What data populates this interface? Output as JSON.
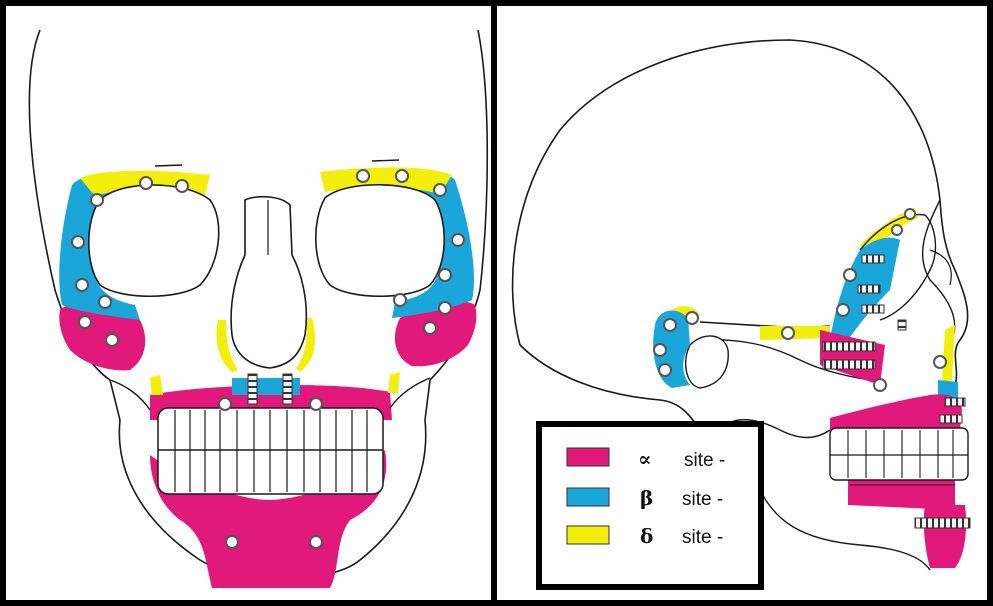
{
  "colors": {
    "alpha": "#E0197A",
    "beta": "#1AA6D8",
    "delta": "#F4EE0C",
    "line": "#1a1a1a",
    "border": "#000000"
  },
  "legend": {
    "items": [
      {
        "symbol": "∝",
        "label": "site -",
        "color_key": "alpha"
      },
      {
        "symbol": "β",
        "label": "site -",
        "color_key": "beta"
      },
      {
        "symbol": "δ",
        "label": "site -",
        "color_key": "delta"
      }
    ]
  },
  "icons": {
    "screw": "screw-icon",
    "plate": "plate-screw-icon"
  }
}
